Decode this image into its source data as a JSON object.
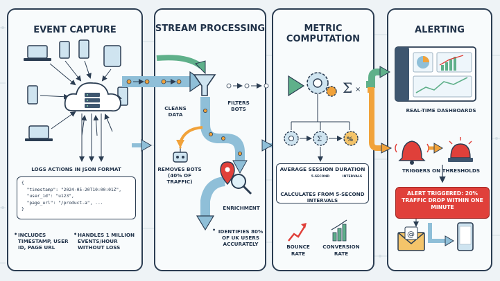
{
  "panels": {
    "event_capture": {
      "title": "Event Capture",
      "logs_label": "Logs actions in JSON format",
      "code_lines": [
        "{",
        "  \"timestamp\": \"2024-05-20T10:00:01Z\",",
        "  \"user_id\": \"u123\",",
        "  \"page_url\": \"/product-a\", ...",
        "}"
      ],
      "bullet_1": "Includes timestamp, user ID, page URL",
      "bullet_2": "Handles 1 million events/hour without loss"
    },
    "stream_processing": {
      "title": "Stream Processing",
      "cleans": "Cleans data",
      "filters": "Filters bots",
      "removes": "Removes bots (40% of traffic)",
      "enrichment": "Enrichment",
      "identifies": "Identifies 80% of UK users accurately"
    },
    "metric_computation": {
      "title": "Metric Computation",
      "avg_title": "Average Session Duration",
      "interval_label_1": "5-second",
      "interval_label_2": "intervals",
      "avg_desc": "Calculates from 5-second intervals",
      "bounce": "Bounce rate",
      "conversion": "Conversion rate"
    },
    "alerting": {
      "title": "Alerting",
      "dashboards": "Real-time dashboards",
      "triggers": "Triggers on thresholds",
      "alert_text": "Alert triggered: 20% traffic drop within one minute"
    }
  },
  "colors": {
    "arrow_blue": "#8fbfd8",
    "arrow_green": "#5fb08a",
    "arrow_orange": "#f1a23a",
    "alert_red": "#e0403a",
    "outline": "#2b3d52"
  },
  "icons": [
    "laptop-icon",
    "phone-icon",
    "tablet-icon",
    "cloud-server-icon",
    "filter-funnel-icon",
    "robot-icon",
    "map-pin-icon",
    "magnifier-icon",
    "gear-icon",
    "sigma-icon",
    "percent-icon",
    "stopwatch-icon",
    "trend-up-icon",
    "bar-chart-icon",
    "dashboard-monitor-icon",
    "alarm-bell-icon",
    "siren-icon",
    "envelope-icon",
    "smartphone-icon"
  ]
}
